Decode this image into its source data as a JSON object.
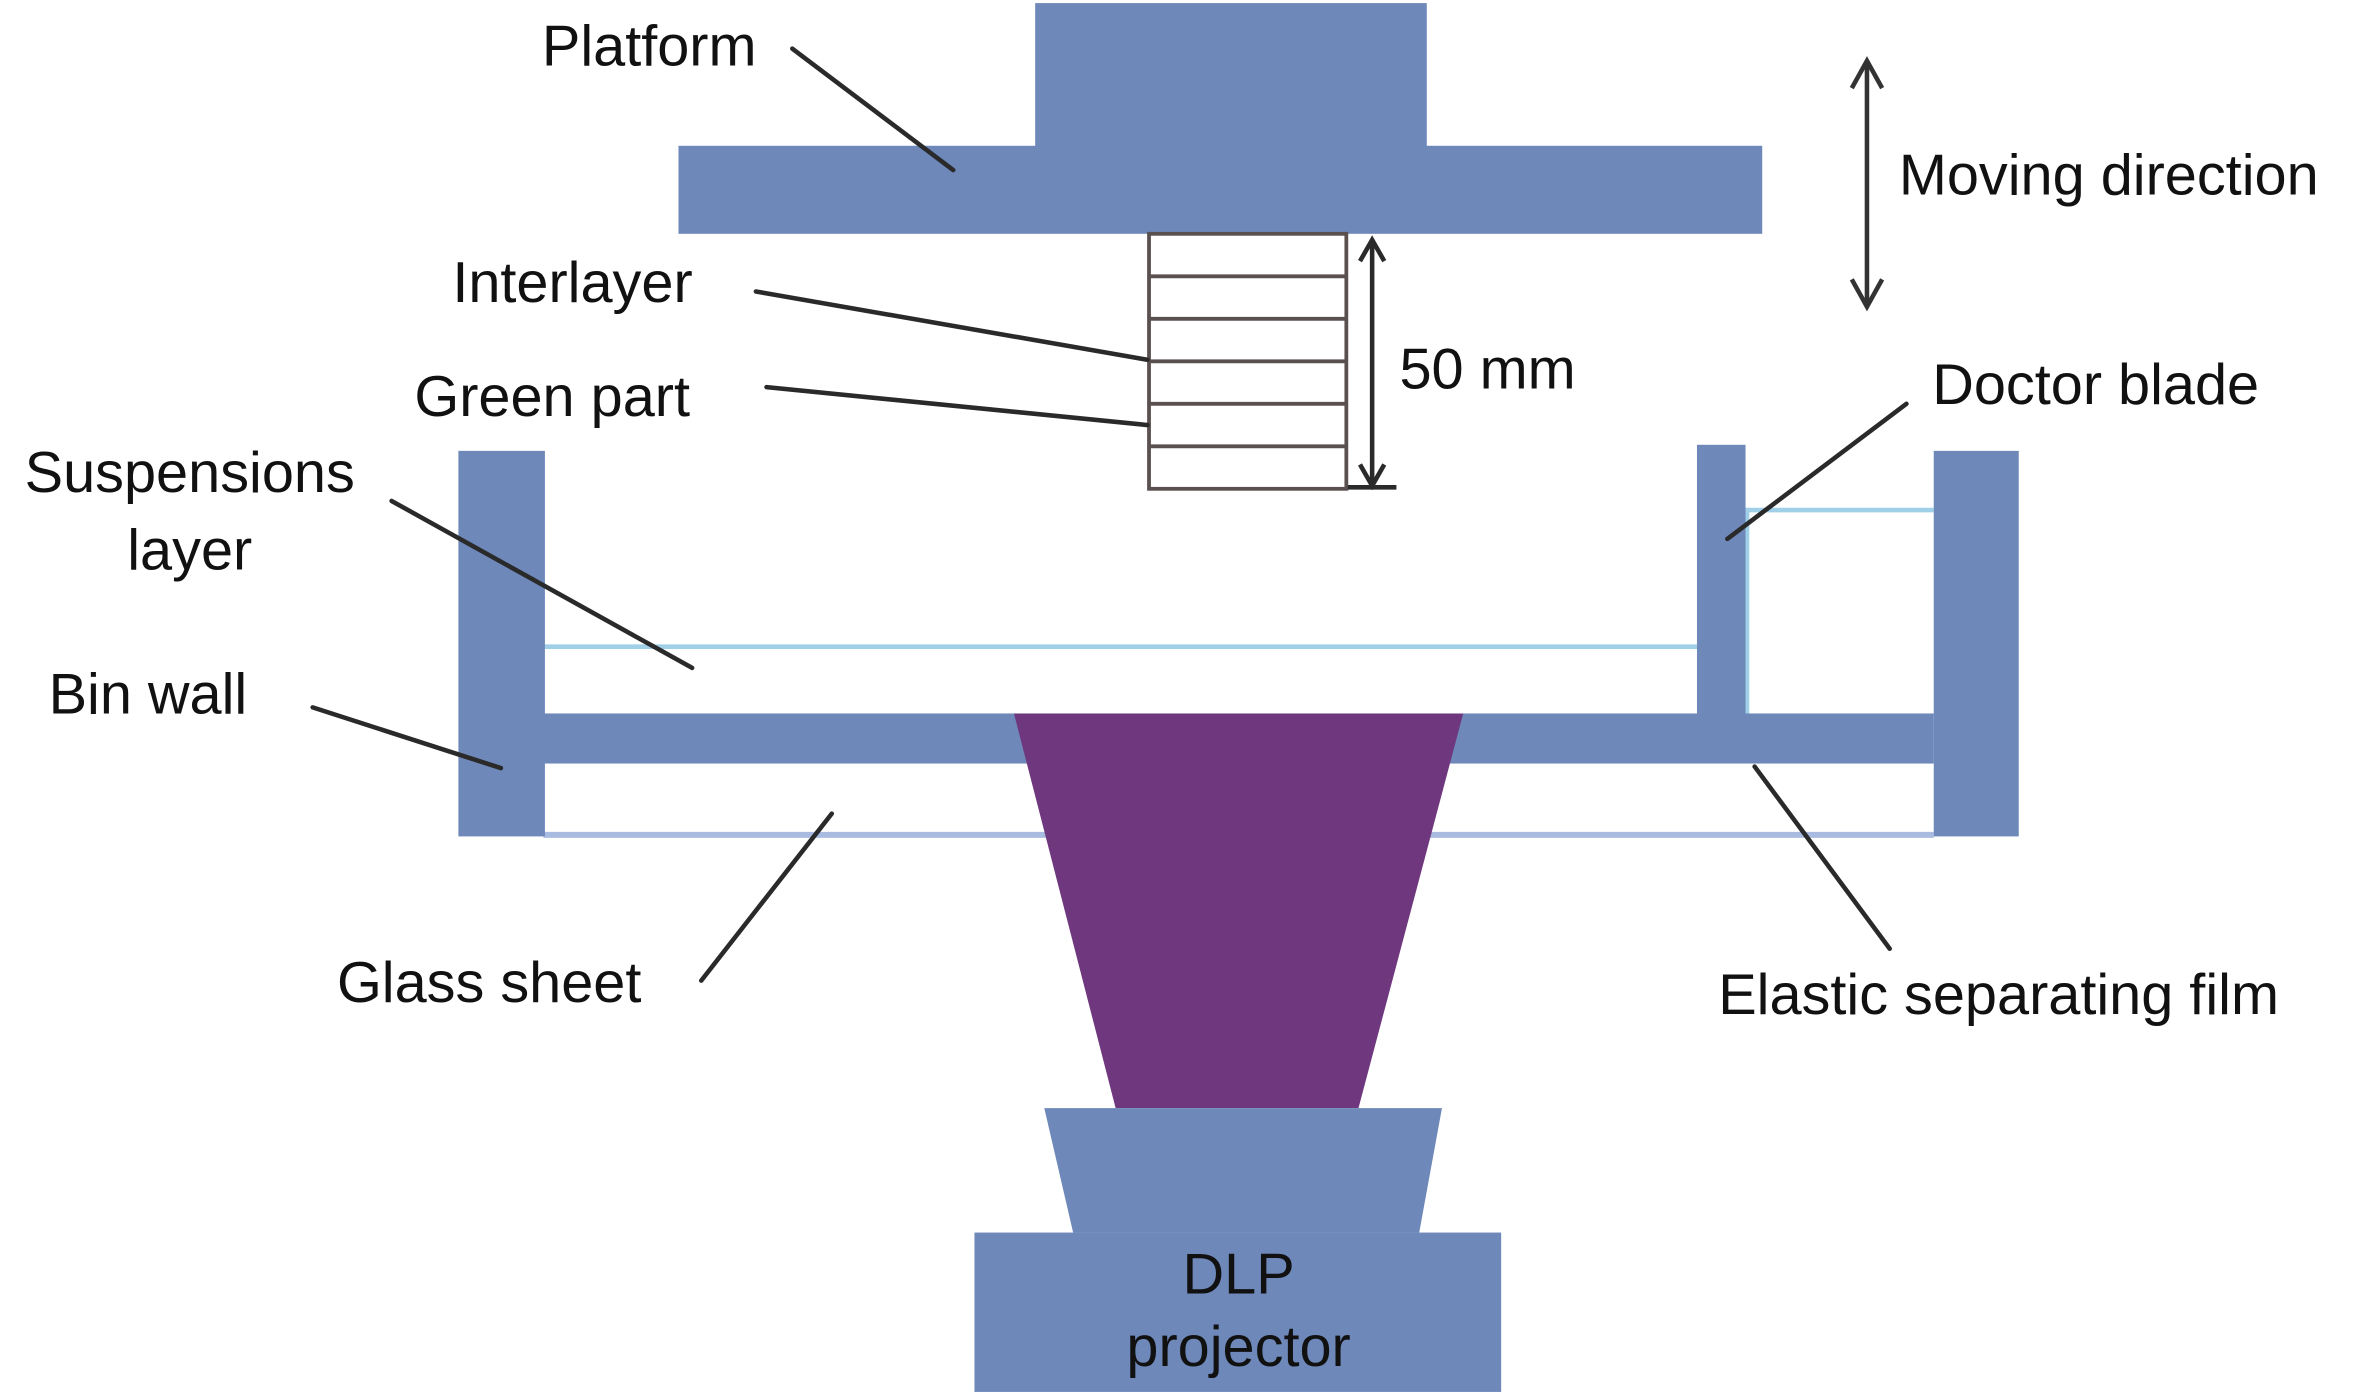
{
  "figure": {
    "type": "schematic",
    "subject": "DLP stereolithography setup"
  },
  "colors": {
    "component_blue": "#6e88ba",
    "light_beam_purple": "#6f387e",
    "suspension_line": "#9fd0e8",
    "leader_line": "#2a2a2a",
    "text": "#111111"
  },
  "labels": {
    "platform": "Platform",
    "moving_direction": "Moving direction",
    "interlayer": "Interlayer",
    "green_part": "Green part",
    "dimension": "50 mm",
    "doctor_blade": "Doctor blade",
    "suspensions_layer_line1": "Suspensions",
    "suspensions_layer_line2": "layer",
    "bin_wall": "Bin wall",
    "glass_sheet": "Glass sheet",
    "elastic_film": "Elastic separating film",
    "projector_line1": "DLP",
    "projector_line2": "projector"
  },
  "green_part": {
    "layer_count": 6
  }
}
